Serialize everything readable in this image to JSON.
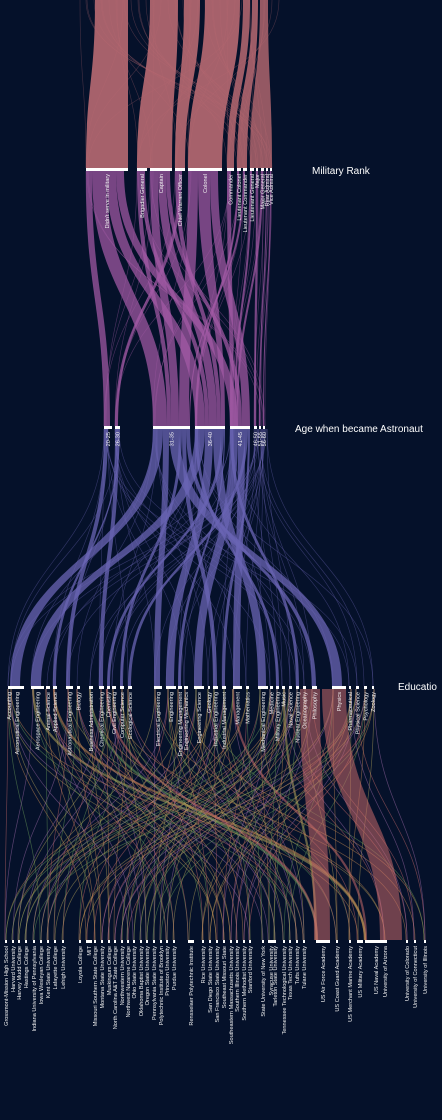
{
  "colors": {
    "background": "#05112a",
    "military_flow": "#b86a72",
    "age_flow": "#a45aa6",
    "education_flow": "#6a64b4",
    "mixed_lines": [
      "#c76a6a",
      "#b3a35a",
      "#6a9a5a",
      "#9c6aa8",
      "#c98a52"
    ],
    "node_bar": "#ffffff"
  },
  "stages": {
    "military": "Military Rank",
    "age": "Age when became Astronaut",
    "education": "Educatio"
  },
  "military_nodes": [
    "Didn't serve in military",
    "Brigadier General",
    "Captain",
    "Chief Warrant Officer",
    "Colonel",
    "Commander",
    "Lieutenant Colonel",
    "Lieutenant Commander",
    "Lieutenant General",
    "Major",
    "Major General",
    "Rear Admiral",
    "Vice Admiral"
  ],
  "age_nodes": [
    "20-25",
    "26-30",
    "31-35",
    "36-40",
    "41-45",
    "46-50",
    "51-55",
    "56-60"
  ],
  "education_nodes": [
    "Accounting",
    "Aeronautical Engineering",
    "Aerospace Engineering",
    "Animal Science",
    "Applied Science",
    "Astronautical Engineering",
    "Biology",
    "Business Administration",
    "Chemical Engineering",
    "Chemistry",
    "Civil Engineering",
    "Computer Science",
    "Ecological Science",
    "Electrical Engineering",
    "Engineering",
    "Engineering Management",
    "Engineering Mechanics",
    "Engineering Science",
    "Geology",
    "Industrial Engineering",
    "Industrial Management",
    "Management",
    "Mathematics",
    "Mechanical Engineering",
    "Medicine",
    "Military Engineering",
    "Music",
    "Naval Science",
    "Nuclear Engineering",
    "Oceanography",
    "Philosophy",
    "Physics",
    "Pharmaceutical",
    "Physical Science",
    "Psychology",
    "Zoology"
  ],
  "school_nodes": [
    "Grossmont-Mission High School",
    "Harvard University",
    "Harvey Mudd College",
    "Hastings College",
    "Indiana University of Pennsylvania",
    "Iowa Wesleyan College",
    "Kent State University",
    "Lafayette College",
    "Lehigh University",
    "Loyola College",
    "MIT",
    "Missouri Southern State College",
    "Montana State University",
    "Muskingum College",
    "North Carolina A&T State College",
    "Northwestern University",
    "Northwest Nazarene College",
    "Ohio State University",
    "Oklahoma Baptist University",
    "Oregon State University",
    "Pennsylvania State University",
    "Polytechnic Institute of Brooklyn",
    "Princeton University",
    "Purdue University",
    "Rensselaer Polytechnic Institute",
    "Rice University",
    "San Diego State University",
    "San Francisco State University",
    "Southeast Missouri State",
    "Southeastern Massachusetts University",
    "Southern Illinois University",
    "Southern Methodist University",
    "Stanford University",
    "State University of New York",
    "Syracuse University",
    "Tarleton State University",
    "Tennessee Technological University",
    "Texas Tech University",
    "Tufts University",
    "Tulane University",
    "US Air Force Academy",
    "US Coast Guard Academy",
    "US Merchant Marine Academy",
    "US Military Academy",
    "US Naval Academy",
    "University of Arizona",
    "University of Colorado",
    "University of Connecticut",
    "University of Illinois"
  ]
}
